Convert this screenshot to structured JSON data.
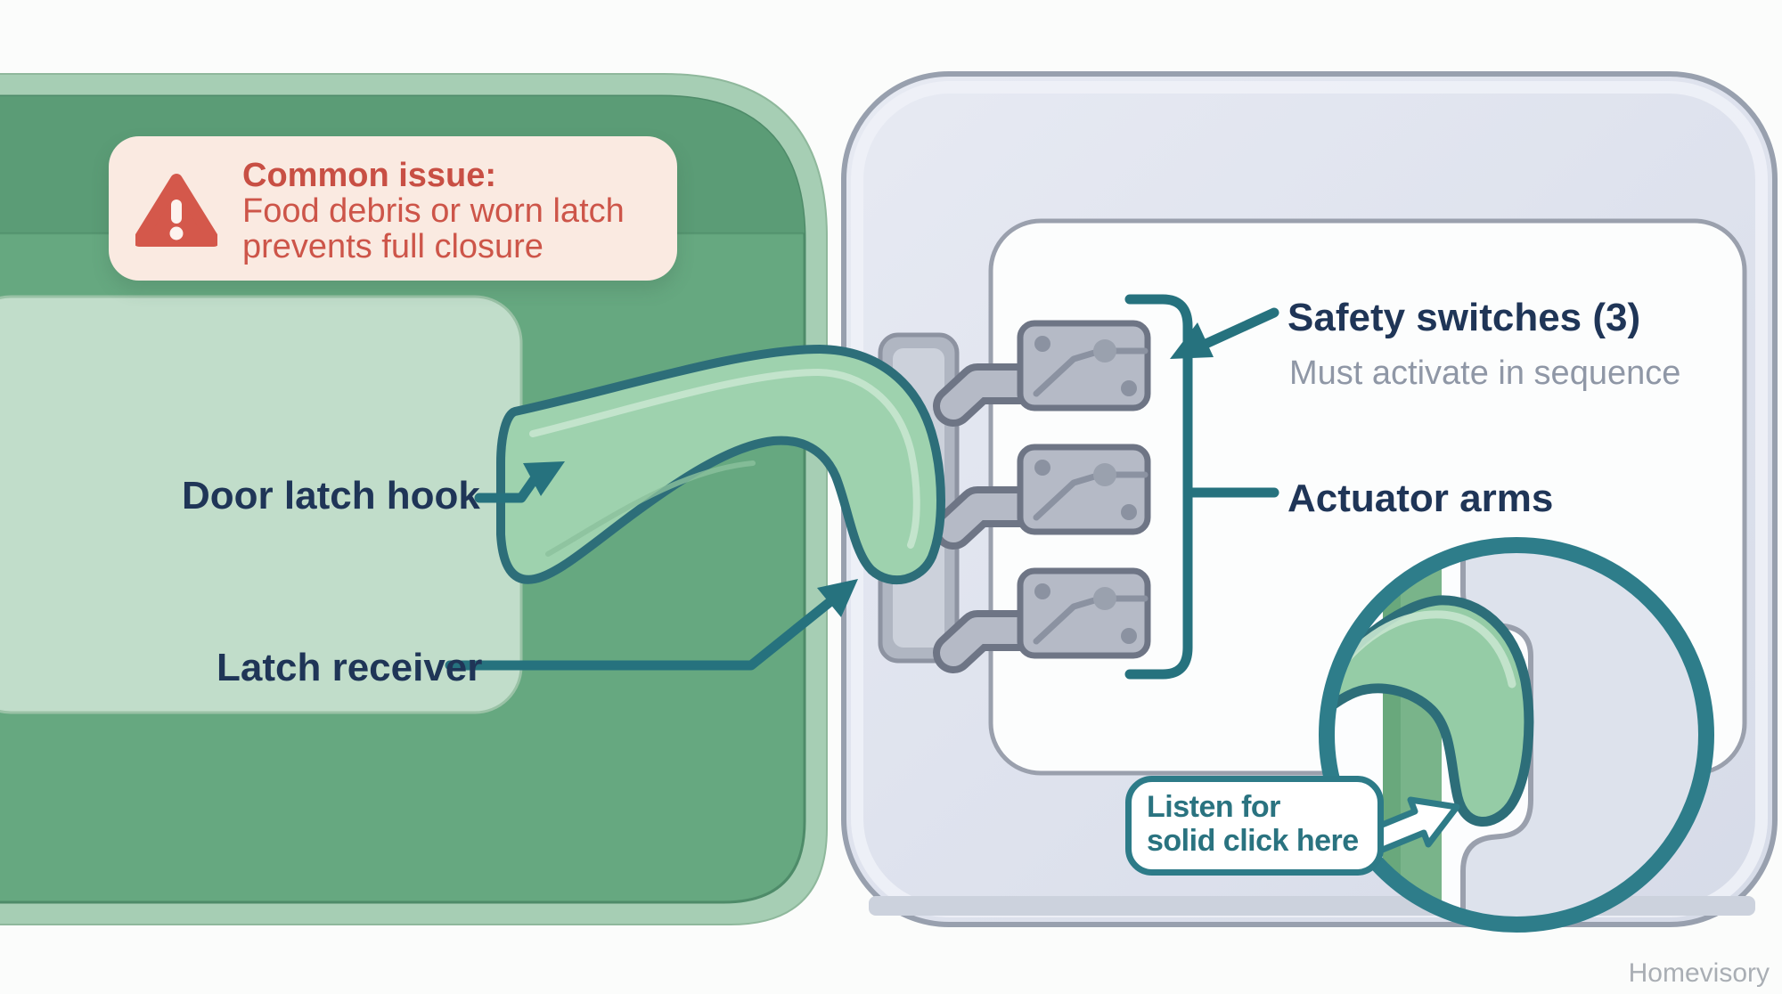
{
  "warning": {
    "title": "Common issue:",
    "line1": "Food debris or worn latch",
    "line2": "prevents full closure"
  },
  "labels": {
    "door_latch_hook": "Door latch hook",
    "latch_receiver": "Latch receiver",
    "safety_switches_title": "Safety switches (3)",
    "safety_switches_subtitle": "Must activate in sequence",
    "actuator_arms": "Actuator arms"
  },
  "inset": {
    "line1": "Listen for",
    "line2": "solid click here"
  },
  "watermark": "Homevisory",
  "colors": {
    "door_green": "#66a880",
    "door_edge": "#a6ceb4",
    "door_top_band": "#5b9c76",
    "door_window": "#c1ddca",
    "hook_fill": "#9ed2ae",
    "hook_outline": "#2d6e79",
    "body_fill": "#dde2ed",
    "cavity_white": "#fcfdfd",
    "metal_gray": "#b5bac6",
    "metal_outline": "#6e7585",
    "annotation_teal": "#26727e",
    "navy_text": "#1f3557",
    "subtitle_gray": "#8f97a6",
    "warning_red": "#cc5347",
    "warning_bg": "#faeae1",
    "callout_teal": "#2d7b88",
    "inset_ring_teal": "#2e7d8a"
  }
}
